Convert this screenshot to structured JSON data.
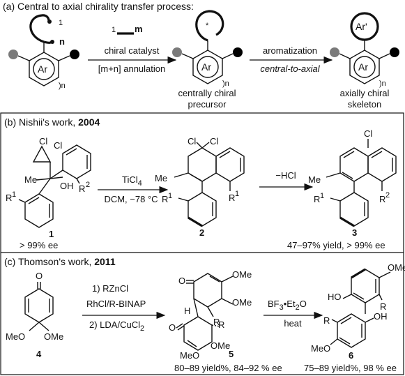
{
  "panel_a": {
    "title": "(a) Central to axial chirality transfer process:",
    "ring_label": "Ar",
    "ring_label_prime": "Ar'",
    "n_sub": ")n",
    "label_1": "1",
    "label_n": "n",
    "label_m": "m",
    "star": "*",
    "step1_above": "chiral catalyst",
    "step1_below": "[m+n] annulation",
    "step2_above": "aromatization",
    "step2_below": "central-to-axial",
    "precursor_line1": "centrally chiral",
    "precursor_line2": "precursor",
    "skeleton_line1": "axially chiral",
    "skeleton_line2": "skeleton"
  },
  "panel_b": {
    "title_prefix": "(b) Nishii's work, ",
    "title_year": "2004",
    "cl": "Cl",
    "me": "Me",
    "oh": "OH",
    "r1": "R",
    "r2": "R",
    "sup1": "1",
    "sup2": "2",
    "reagent_above": "TiCl",
    "reagent_above_sub": "4",
    "reagent_below": "DCM, −78 °C",
    "hcl": "−HCl",
    "compound1": "1",
    "compound2": "2",
    "compound3": "3",
    "ee1": "> 99% ee",
    "yield3": "47–97% yield, > 99% ee"
  },
  "panel_c": {
    "title_prefix": "(c) Thomson's work, ",
    "title_year": "2011",
    "o": "O",
    "meo": "MeO",
    "ome": "OMe",
    "h": "H",
    "r": "R",
    "ho": "HO",
    "oh": "OH",
    "step1_line1": "1) RZnCl",
    "step1_line2": "RhCl/R-BINAP",
    "step1_line3a": "2) LDA/CuCl",
    "step1_line3sub": "2",
    "step2_above_a": "BF",
    "step2_above_sub": "3",
    "step2_above_b": "•Et",
    "step2_above_sub2": "2",
    "step2_above_c": "O",
    "step2_below": "heat",
    "compound4": "4",
    "compound5": "5",
    "compound6": "6",
    "yield5": "80–89 yield%, 84–92 % ee",
    "yield6": "75–89 yield%, 98 % ee"
  },
  "colors": {
    "grey_ball": "#7a7a7a",
    "black_ball": "#000000",
    "frame": "#111111"
  }
}
